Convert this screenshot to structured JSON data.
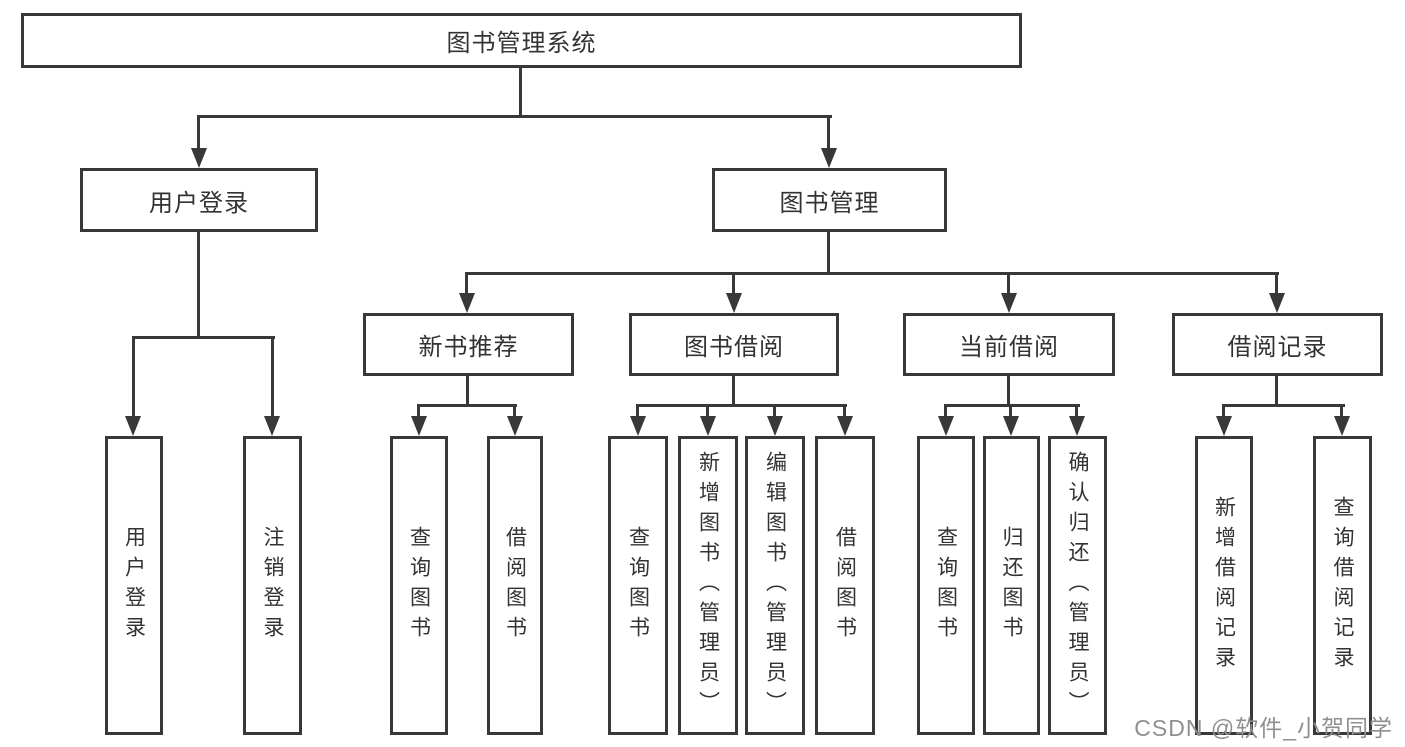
{
  "tree": {
    "root": "图书管理系统",
    "user_branch": {
      "label": "用户登录",
      "children": [
        "用户登录",
        "注销登录"
      ]
    },
    "management_branch": {
      "label": "图书管理",
      "groups": [
        {
          "label": "新书推荐",
          "children": [
            "查询图书",
            "借阅图书"
          ]
        },
        {
          "label": "图书借阅",
          "children": [
            "查询图书",
            "新增图书（管理员）",
            "编辑图书（管理员）",
            "借阅图书"
          ]
        },
        {
          "label": "当前借阅",
          "children": [
            "查询图书",
            "归还图书",
            "确认归还（管理员）"
          ]
        },
        {
          "label": "借阅记录",
          "children": [
            "新增借阅记录",
            "查询借阅记录"
          ]
        }
      ]
    }
  },
  "watermark": {
    "text": "CSDN @软件_小贺同学"
  },
  "colors": {
    "line": "#383838",
    "text": "#333333",
    "watermark": "#8f8f8f",
    "background": "#ffffff"
  }
}
